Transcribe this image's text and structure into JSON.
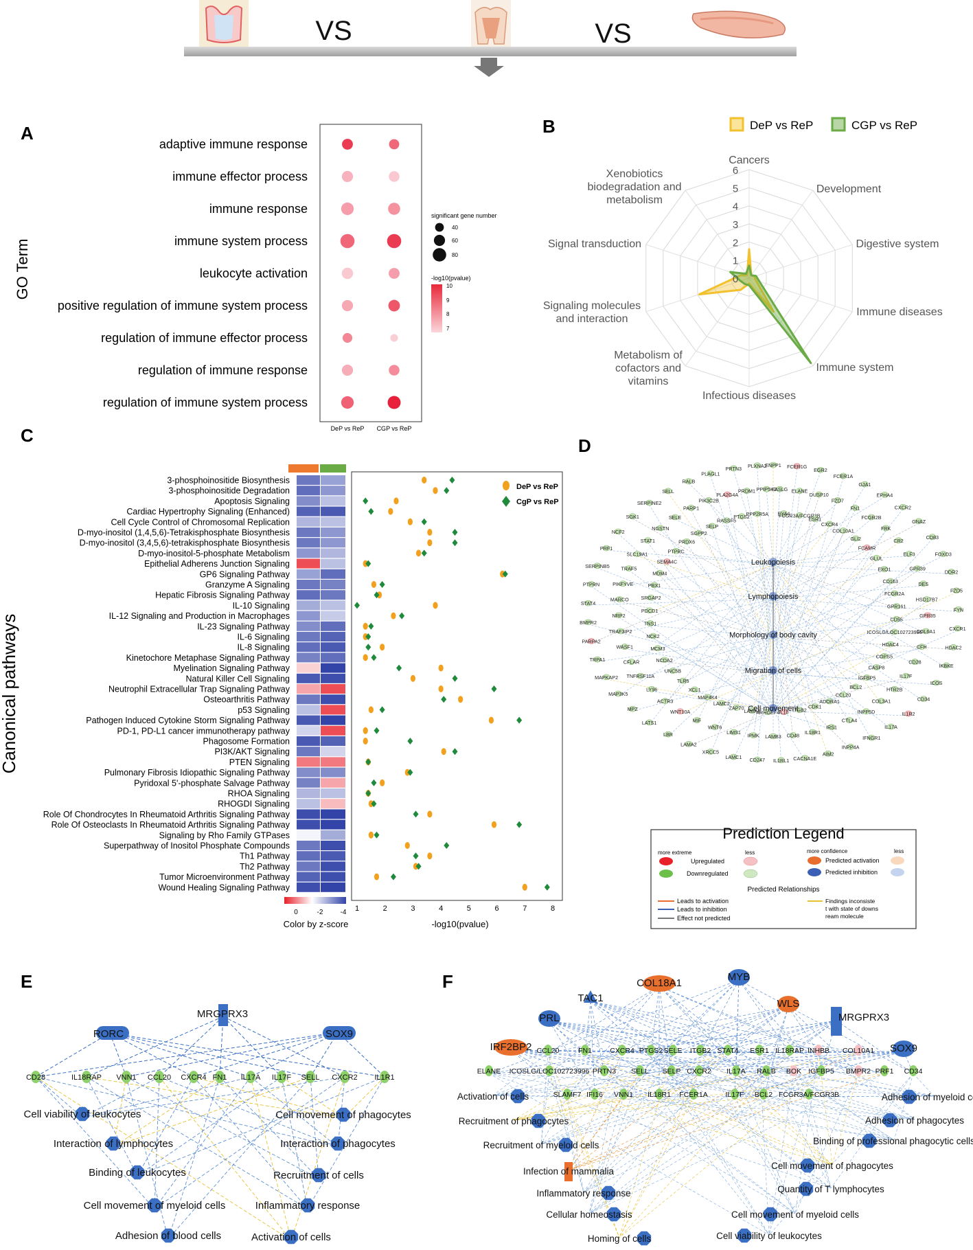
{
  "header": {
    "vs1": "VS",
    "vs2": "VS"
  },
  "panelA": {
    "letter": "A",
    "ylabel": "GO Term",
    "terms": [
      "adaptive immune response",
      "immune effector process",
      "immune response",
      "immune system process",
      "leukocyte activation",
      "positive regulation of immune system process",
      "regulation of immune effector process",
      "regulation of immune response",
      "regulation of immune system process"
    ],
    "columns": [
      "DeP vs ReP",
      "CGP vs ReP"
    ],
    "size_legend_title": "significant gene number",
    "size_legend_values": [
      "40",
      "60",
      "80"
    ],
    "color_legend_title": "-log10(pvalue)",
    "color_legend_values": [
      "10",
      "9",
      "8",
      "7"
    ],
    "dots": [
      [
        {
          "size": 58,
          "logp": 9.8
        },
        {
          "size": 52,
          "logp": 9.0
        }
      ],
      [
        {
          "size": 60,
          "logp": 7.6
        },
        {
          "size": 56,
          "logp": 7.2
        }
      ],
      [
        {
          "size": 72,
          "logp": 8.0
        },
        {
          "size": 68,
          "logp": 8.2
        }
      ],
      [
        {
          "size": 86,
          "logp": 9.0
        },
        {
          "size": 86,
          "logp": 9.8
        }
      ],
      [
        {
          "size": 62,
          "logp": 7.2
        },
        {
          "size": 58,
          "logp": 8.0
        }
      ],
      [
        {
          "size": 60,
          "logp": 7.8
        },
        {
          "size": 64,
          "logp": 9.3
        }
      ],
      [
        {
          "size": 48,
          "logp": 8.4
        },
        {
          "size": 30,
          "logp": 7.1
        }
      ],
      [
        {
          "size": 60,
          "logp": 7.7
        },
        {
          "size": 56,
          "logp": 8.3
        }
      ],
      [
        {
          "size": 72,
          "logp": 9.1
        },
        {
          "size": 76,
          "logp": 10.3
        }
      ]
    ]
  },
  "panelB": {
    "letter": "B",
    "legend": [
      "DeP vs ReP",
      "CGP vs ReP"
    ],
    "axes": [
      "Cancers",
      "Development",
      "Digestive system",
      "Immune diseases",
      "Immune system",
      "Infectious diseases",
      "Metabolism of cofactors and vitamins",
      "Signaling molecules and interaction",
      "Signal transduction",
      "Xenobiotics biodegradation and metabolism"
    ],
    "ticks": [
      "0",
      "1",
      "2",
      "3",
      "4",
      "5",
      "6"
    ],
    "colors": {
      "dep": "#f2c12e",
      "cgp": "#6bab45"
    }
  },
  "chart_data": [
    {
      "type": "scatter",
      "panel": "A",
      "ylabel": "GO Term",
      "categories": [
        "adaptive immune response",
        "immune effector process",
        "immune response",
        "immune system process",
        "leukocyte activation",
        "positive regulation of immune system process",
        "regulation of immune effector process",
        "regulation of immune response",
        "regulation of immune system process"
      ],
      "series": [
        {
          "name": "DeP vs ReP",
          "size": [
            58,
            60,
            72,
            86,
            62,
            60,
            48,
            60,
            72
          ],
          "logp": [
            9.8,
            7.6,
            8.0,
            9.0,
            7.2,
            7.8,
            8.4,
            7.7,
            9.1
          ]
        },
        {
          "name": "CGP vs ReP",
          "size": [
            52,
            56,
            68,
            86,
            58,
            64,
            30,
            56,
            76
          ],
          "logp": [
            9.0,
            7.2,
            8.2,
            9.8,
            8.0,
            9.3,
            7.1,
            8.3,
            10.3
          ]
        }
      ]
    },
    {
      "type": "radar",
      "panel": "B",
      "axes": [
        "Cancers",
        "Development",
        "Digestive system",
        "Immune diseases",
        "Immune system",
        "Infectious diseases",
        "Metabolism of cofactors and vitamins",
        "Signaling molecules and interaction",
        "Signal transduction",
        "Xenobiotics biodegradation and metabolism"
      ],
      "range": [
        0,
        6
      ],
      "series": [
        {
          "name": "DeP vs ReP",
          "values": [
            1.6,
            0.2,
            0.3,
            0.4,
            2.3,
            0.3,
            0.8,
            2.9,
            0.5,
            0.2
          ]
        },
        {
          "name": "CGP vs ReP",
          "values": [
            0.7,
            0.2,
            0.4,
            0.6,
            5.8,
            0.4,
            0.4,
            0.5,
            1.1,
            0.3
          ]
        }
      ]
    },
    {
      "type": "scatter",
      "panel": "C",
      "ylabel": "Canonical pathways",
      "xlabel": "-log10(pvalue)",
      "xlim": [
        1,
        8
      ],
      "xticks": [
        "1",
        "2",
        "3",
        "4",
        "5",
        "6",
        "7",
        "8"
      ],
      "categories": [
        "3-phosphoinositide Biosynthesis",
        "3-phosphoinositide Degradation",
        "Apoptosis Signaling",
        "Cardiac Hypertrophy Signaling (Enhanced)",
        "Cell Cycle Control of Chromosomal Replication",
        "D-myo-inositol (1,4,5,6)-Tetrakisphosphate Biosynthesis",
        "D-myo-inositol (3,4,5,6)-tetrakisphosphate Biosynthesis",
        "D-myo-inositol-5-phosphate Metabolism",
        "Epithelial Adherens Junction Signaling",
        "GP6 Signaling Pathway",
        "Granzyme A Signaling",
        "Hepatic Fibrosis Signaling Pathway",
        "IL-10 Signaling",
        "IL-12 Signaling and Production in Macrophages",
        "IL-23 Signaling Pathway",
        "IL-6 Signaling",
        "IL-8 Signaling",
        "Kinetochore Metaphase Signaling Pathway",
        "Myelination Signaling Pathway",
        "Natural Killer Cell Signaling",
        "Neutrophil Extracellular Trap Signaling Pathway",
        "Osteoarthritis Pathway",
        "p53 Signaling",
        "Pathogen Induced Cytokine Storm Signaling Pathway",
        "PD-1, PD-L1 cancer immunotherapy pathway",
        "Phagosome Formation",
        "PI3K/AKT Signaling",
        "PTEN Signaling",
        "Pulmonary Fibrosis Idiopathic Signaling Pathway",
        "Pyridoxal 5'-phosphate Salvage Pathway",
        "RHOA Signaling",
        "RHOGDI Signaling",
        "Role Of Chondrocytes In Rheumatoid Arthritis Signaling Pathway",
        "Role Of Osteoclasts In Rheumatoid Arthritis Signaling Pathway",
        "Signaling by Rho Family GTPases",
        "Superpathway of Inositol Phosphate Compounds",
        "Th1 Pathway",
        "Th2 Pathway",
        "Tumor Microenvironment Pathway",
        "Wound Healing Signaling Pathway"
      ],
      "series": [
        {
          "name": "DeP vs ReP",
          "values": [
            3.4,
            3.8,
            2.4,
            2.2,
            2.9,
            3.6,
            3.6,
            3.2,
            1.3,
            6.2,
            1.6,
            1.8,
            3.8,
            2.3,
            1.3,
            1.3,
            1.9,
            1.3,
            4.0,
            3.0,
            4.0,
            4.7,
            1.5,
            5.8,
            1.3,
            1.3,
            4.1,
            1.4,
            2.8,
            1.9,
            1.4,
            1.5,
            3.6,
            5.9,
            1.5,
            2.8,
            3.6,
            3.1,
            1.7,
            7.0
          ],
          "zscore": [
            -2.6,
            -2.8,
            -2.2,
            -3.0,
            -1.4,
            -2.6,
            -2.6,
            -2.0,
            0.8,
            -1.8,
            -2.6,
            -2.8,
            -1.6,
            -2.0,
            -2.2,
            -2.6,
            -2.8,
            -2.4,
            0.2,
            -3.2,
            0.4,
            -2.6,
            -1.2,
            -3.2,
            -0.8,
            -3.2,
            -2.6,
            0.6,
            -2.2,
            -2.4,
            -1.4,
            -1.2,
            -3.4,
            -3.4,
            -0.2,
            -2.6,
            -2.8,
            -2.6,
            -3.0,
            -3.4
          ]
        },
        {
          "name": "CgP vs ReP",
          "values": [
            4.4,
            4.2,
            1.3,
            1.5,
            3.4,
            4.5,
            4.5,
            3.4,
            1.4,
            6.3,
            1.9,
            1.7,
            1.0,
            2.6,
            1.5,
            1.4,
            1.4,
            1.6,
            2.5,
            4.5,
            5.9,
            4.1,
            1.9,
            6.8,
            1.7,
            2.9,
            4.5,
            1.4,
            2.9,
            1.6,
            1.4,
            1.6,
            3.1,
            6.8,
            1.7,
            4.2,
            3.1,
            3.2,
            2.3,
            7.8
          ],
          "zscore": [
            -1.8,
            -2.0,
            -1.2,
            -3.2,
            -1.2,
            -2.0,
            -2.0,
            -1.4,
            -1.2,
            -2.8,
            -2.4,
            -2.6,
            -1.2,
            -1.0,
            -2.8,
            -3.0,
            -3.2,
            -2.8,
            -3.6,
            -3.4,
            0.8,
            -3.4,
            0.8,
            -3.6,
            0.8,
            -3.0,
            -0.8,
            0.6,
            -2.2,
            0.4,
            -1.2,
            0.3,
            -3.6,
            -3.6,
            -1.6,
            -3.4,
            -3.2,
            -3.4,
            -3.4,
            -3.6
          ]
        }
      ],
      "colorbar": {
        "title": "Color by z-score",
        "ticks": [
          "0",
          "-2",
          "-4"
        ]
      }
    }
  ],
  "panelC": {
    "letter": "C",
    "ylabel": "Canonical pathways",
    "xlabel": "-log10(pvalue)",
    "legend": [
      "DeP vs ReP",
      "CgP vs ReP"
    ],
    "colorbar_title": "Color by z-score",
    "colorbar_ticks": [
      "0",
      "-2",
      "-4"
    ],
    "xticks": [
      "1",
      "2",
      "3",
      "4",
      "5",
      "6",
      "7",
      "8"
    ]
  },
  "panelD": {
    "letter": "D",
    "hubs": [
      "Leukopoiesis",
      "Lymphopoiesis",
      "Morphology of body cavity",
      "Migration of cells",
      "Cell movement"
    ],
    "genes": [
      "ENPP1",
      "FASLG",
      "EYA4",
      "FCER1G",
      "ELANE",
      "FCGR3A/FCGR3B",
      "EGR2",
      "DUSP10",
      "ESR1",
      "FCER1A",
      "FZD7",
      "CXCR4",
      "GJA1",
      "FN1",
      "COL10A1",
      "EPHA4",
      "FCGR2B",
      "GLI2",
      "CXCR2",
      "FRK",
      "FCAMR",
      "GNAZ",
      "CR2",
      "GLUL",
      "CD83",
      "ELF3",
      "EXO1",
      "FOXO3",
      "GPR39",
      "CD163",
      "DDR2",
      "DES",
      "FCGR2A",
      "FZD5",
      "HSD17B7",
      "GPR161",
      "FYN",
      "GPR35",
      "CD55",
      "CXCR1",
      "COL6A1",
      "ICOSLG/LOC102723996",
      "HDAC2",
      "CFH",
      "HDAC4",
      "IKBKE",
      "CD28",
      "COPS5",
      "ICOS",
      "IL17F",
      "CASP8",
      "CD34",
      "HTR2B",
      "IGFBP5",
      "IL1R2",
      "COL3A1",
      "BCL2",
      "IL17A",
      "INPP5D",
      "CCL20",
      "IFNGR1",
      "CTLA4",
      "ADORA1",
      "INPP4A",
      "IRS1",
      "CDK1",
      "AIM2",
      "IL18R1",
      "ITGB2",
      "CACNA1E",
      "CD48",
      "IL10",
      "IL1RL1",
      "LAMB3",
      "ARHGEF4",
      "CD247",
      "IPMK",
      "LAMA4",
      "LAMC1",
      "LIMS1",
      "ZAP70",
      "XRCC5",
      "WNT6",
      "LAMC2",
      "LAMA2",
      "MIF",
      "MAP4K4",
      "LBR",
      "WNT10A",
      "XCL1",
      "LATS1",
      "ACTR3",
      "TLR5",
      "MPZ",
      "LY96",
      "UNC5B",
      "MAP3K5",
      "TNFRSF11A",
      "NCDA2",
      "MAPKAP2",
      "CFLAR",
      "MCM3",
      "TRPA1",
      "WASF1",
      "NCK2",
      "PARPA2",
      "TRAF3IP2",
      "TNS1",
      "BMPR2",
      "NRP2",
      "PDCD1",
      "STAT4",
      "MARCO",
      "SRGAP2",
      "PTPRN",
      "PIKFYVE",
      "PBX1",
      "SERPINB5",
      "TRAF5",
      "MDM4",
      "PRF1",
      "SLC19A1",
      "SEMA4C",
      "NCF2",
      "STAT1",
      "PTPRC",
      "SGK1",
      "NGSTN",
      "PRDX6",
      "SERPINE2",
      "SELE",
      "SGPP2",
      "SELL",
      "PARP1",
      "SELP",
      "RALB",
      "PIK3C2B",
      "RASSF5",
      "PLAGL1",
      "PLA2G4A",
      "PTGS2",
      "PRTN3",
      "PRDM1",
      "PPP2R5A",
      "PLXNA2",
      "PPIP5K2"
    ],
    "legend_title": "Prediction Legend",
    "legend_more_extreme": "more extreme",
    "legend_less": "less",
    "legend_more_confidence": "more confidence",
    "legend_less2": "less",
    "legend_upregulated": "Upregulated",
    "legend_downregulated": "Downregulated",
    "legend_pred_activation": "Predicted activation",
    "legend_pred_inhibition": "Predicted inhibition",
    "legend_pred_rel": "Predicted Relationships",
    "legend_leads_activation": "Leads to activation",
    "legend_leads_inhibition": "Leads to inhibition",
    "legend_not_predicted": "Effect not predicted",
    "legend_inconsistent": "Findings inconsistent with state of downstream molecule"
  },
  "panelE": {
    "letter": "E",
    "regulators": [
      "RORC",
      "MRGPRX3",
      "SOX9"
    ],
    "genes": [
      "CD28",
      "IL18RAP",
      "VNN1",
      "CCL20",
      "CXCR4",
      "FN1",
      "IL17A",
      "IL17F",
      "SELL",
      "CXCR2",
      "IL1R1"
    ],
    "functions_left": [
      "Cell viability of leukocytes",
      "Interaction of lymphocytes",
      "Binding of leukocytes",
      "Cell movement of myeloid cells",
      "Adhesion of blood cells"
    ],
    "functions_right": [
      "Cell movement of phagocytes",
      "Interaction of phagocytes",
      "Recruitment of cells",
      "Inflammatory response",
      "Activation of cells"
    ]
  },
  "panelF": {
    "letter": "F",
    "regulators": [
      "COL18A1",
      "MYB",
      "TAC1",
      "WLS",
      "MRGPRX3",
      "PRL",
      "IRF2BP2",
      "SOX9"
    ],
    "genes_row1": [
      "CCL20",
      "FN1",
      "CXCR4",
      "PTGS2",
      "SELE",
      "ITGB2",
      "STAT4",
      "ESR1",
      "IL18RAP",
      "INHBB",
      "COL10A1"
    ],
    "genes_row2": [
      "ELANE",
      "ICOSLG/LOC102723996",
      "PRTN3",
      "SELL",
      "SELP",
      "CXCR2",
      "IL17A",
      "RALB",
      "BOK",
      "IGFBP5",
      "BMPR2",
      "PRF1",
      "CD34"
    ],
    "genes_row3": [
      "SLAMF7",
      "IFI16",
      "VNN1",
      "IL18R1",
      "FCER1A",
      "IL17F",
      "BCL2",
      "FCGR3A/FCGR3B"
    ],
    "functions": [
      "Activation of cells",
      "Adhesion of myeloid cells",
      "Recruitment of phagocytes",
      "Adhesion of phagocytes",
      "Recruitment of myeloid cells",
      "Binding of professional phagocytic cells",
      "Infection of mammalia",
      "Cell movement of phagocytes",
      "Inflammatory response",
      "Quantity of T lymphocytes",
      "Cellular homeostasis",
      "Cell movement of myeloid cells",
      "Homing of cells",
      "Cell viability of leukocytes"
    ]
  }
}
